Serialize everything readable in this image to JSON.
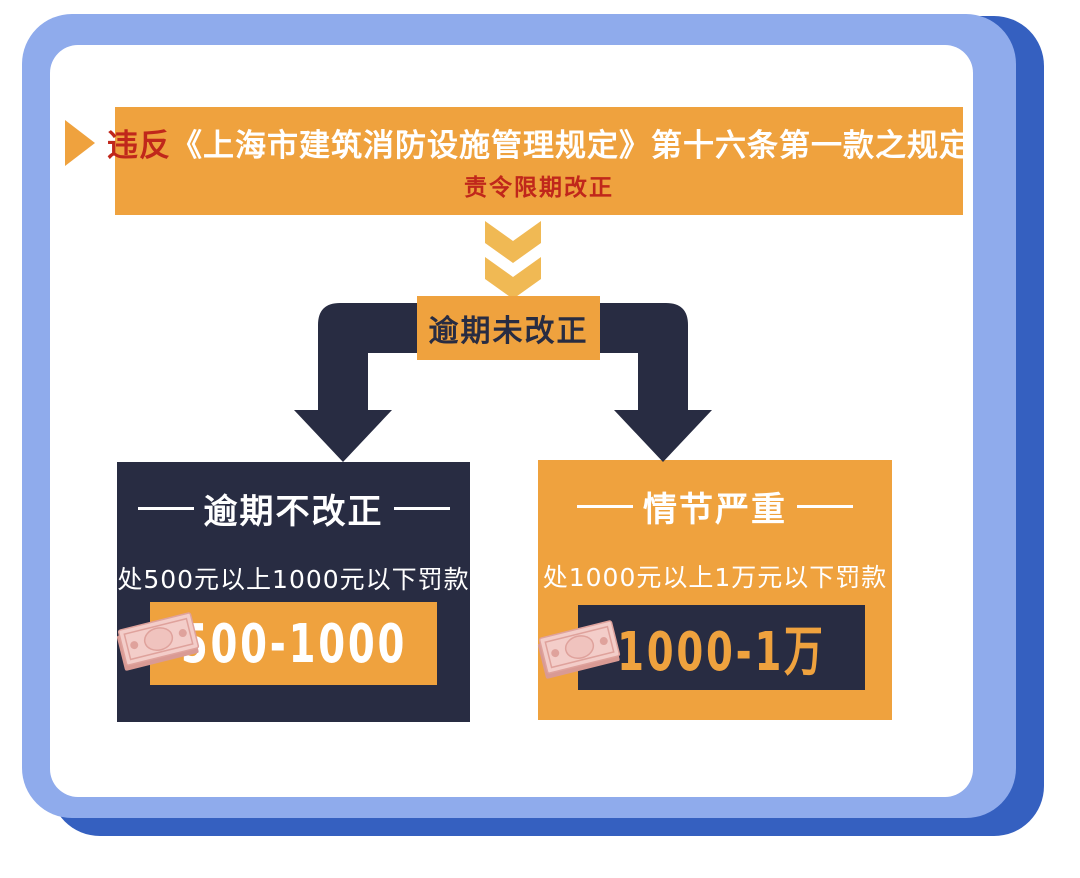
{
  "banner": {
    "highlight": "违反",
    "text": "《上海市建筑消防设施管理规定》第十六条第一款之规定",
    "subtext": "责令限期改正"
  },
  "flow": {
    "condition": "逾期未改正"
  },
  "outcomes": {
    "left": {
      "title": "逾期不改正",
      "description": "处500元以上1000元以下罚款",
      "amount": "500-1000"
    },
    "right": {
      "title": "情节严重",
      "description": "处1000元以上1万元以下罚款",
      "amount": "1000-1万"
    }
  },
  "colors": {
    "orange": "#EFA23E",
    "chevron_orange": "#F0B954",
    "navy": "#282C42",
    "red": "#C0271B",
    "frame_light_blue": "#8FABEC",
    "frame_dark_blue": "#3560C0",
    "banknote_pink": "#F3CDC9"
  }
}
